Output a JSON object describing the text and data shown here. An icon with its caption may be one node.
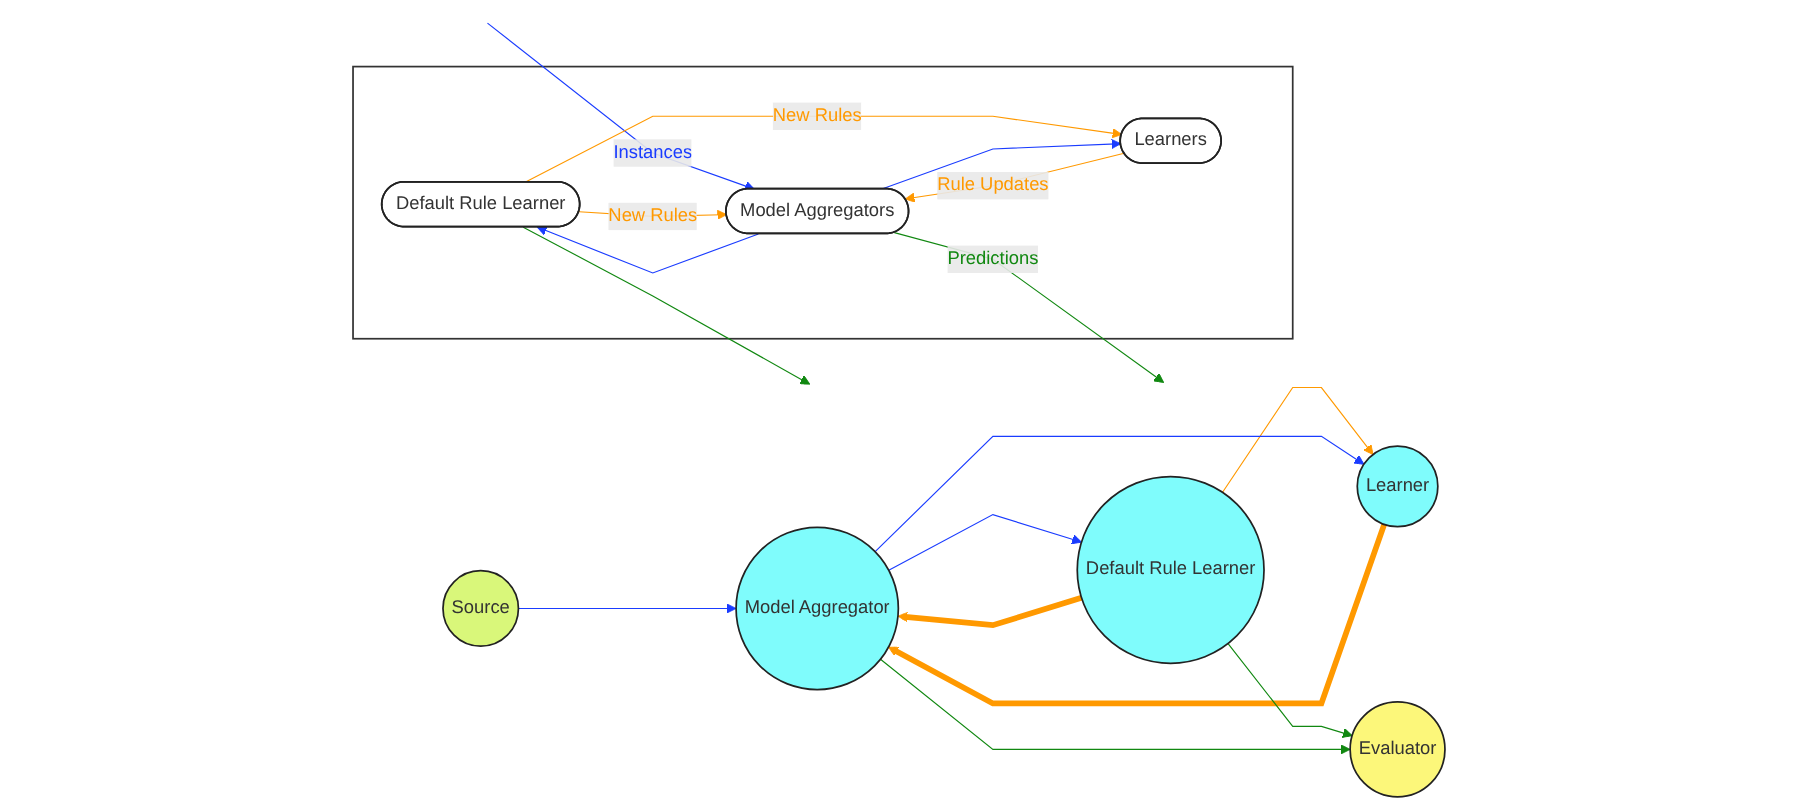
{
  "diagram": {
    "nodes": [
      {
        "text": [],
        "shape": "box"
      },
      {
        "text": [
          "Default Rule Learner"
        ],
        "in": 0
      },
      {
        "text": [
          "Model Aggregators"
        ],
        "in": 0
      },
      {
        "text": [
          "Learners"
        ],
        "in": 0
      },
      {
        "text": [
          "Source"
        ]
      },
      {
        "text": [
          "Default Rule Learner"
        ]
      },
      {
        "text": [
          "Model Aggregator"
        ]
      },
      {
        "text": [
          "Learner"
        ]
      },
      {
        "text": [
          "Evaluator"
        ]
      }
    ],
    "edges": [
      {
        "from": null,
        "to": 2,
        "arrow": "to",
        "label": "Instances",
        "color": "#1a3cff"
      },
      {
        "from": 1,
        "to": 2,
        "arrow": "to",
        "label": "New Rules",
        "color": "#ff9900"
      },
      {
        "from": 1,
        "to": 3,
        "arrow": "to",
        "label": "New Rules",
        "color": "#ff9900"
      },
      {
        "from": 2,
        "to": 1,
        "arrow": "to",
        "color": "#1a3cff"
      },
      {
        "from": 2,
        "to": 3,
        "arrow": "to",
        "color": "#1a3cff"
      },
      {
        "from": 3,
        "to": 2,
        "arrow": "to",
        "label": "Rule Updates",
        "color": "#ff9900"
      },
      {
        "from": 2,
        "to": null,
        "arrow": "to",
        "label": "Predictions",
        "color": "#118811"
      },
      {
        "from": 1,
        "to": null,
        "arrow": "to",
        "color": "#118811"
      },
      {
        "from": 4,
        "to": 6,
        "arrow": "to",
        "color": "#1a3cff"
      },
      {
        "from": 5,
        "to": 7,
        "arrow": "to",
        "color": "#ff9900"
      },
      {
        "from": 6,
        "to": 5,
        "arrow": "to",
        "color": "#1a3cff"
      },
      {
        "from": 5,
        "to": 6,
        "arrow": "to",
        "style": "thick",
        "color": "#ff9900"
      },
      {
        "from": 6,
        "to": 7,
        "arrow": "to",
        "color": "#1a3cff"
      },
      {
        "from": 7,
        "to": 6,
        "arrow": "to",
        "style": "thick",
        "color": "#ff9900"
      },
      {
        "from": 5,
        "to": 8,
        "arrow": "to",
        "color": "#118811"
      },
      {
        "from": 6,
        "to": 8,
        "arrow": "to",
        "color": "#118811"
      }
    ]
  }
}
